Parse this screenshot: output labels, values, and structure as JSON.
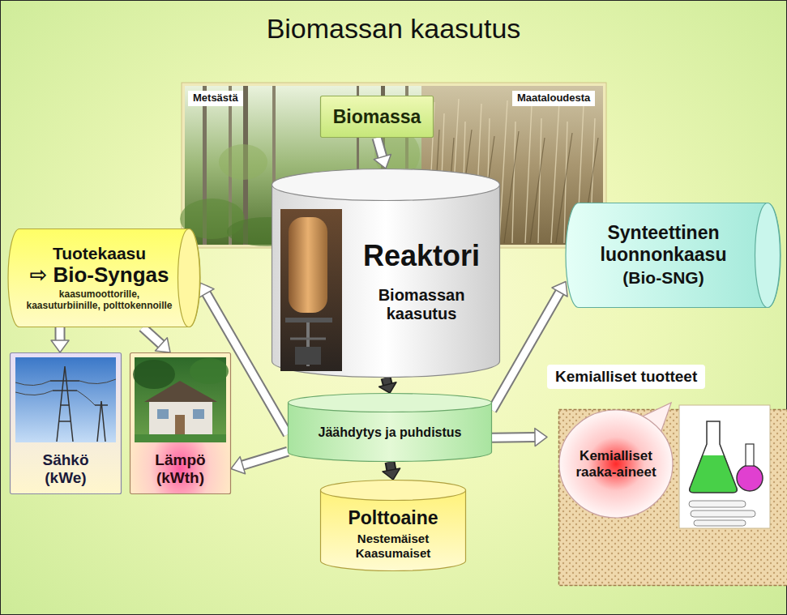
{
  "diagram": {
    "title": "Biomassan kaasutus",
    "nodes": [
      {
        "text": [
          "Biomassa"
        ]
      },
      {
        "text": [
          "Reaktori",
          "Biomassan kaasutus"
        ]
      },
      {
        "text": [
          "Tuotekaasu",
          "⇨ Bio-Syngas",
          "kaasumoottorille, kaasuturbiinille, polttokennoille"
        ]
      },
      {
        "text": [
          "Synteettinen luonnonkaasu",
          "(Bio-SNG)"
        ]
      },
      {
        "text": [
          "Sähkö",
          "(kWe)"
        ]
      },
      {
        "text": [
          "Lämpö",
          "(kWth)"
        ]
      },
      {
        "text": [
          "Jäähdytys ja puhdistus"
        ]
      },
      {
        "text": [
          "Kemialliset tuotteet"
        ]
      },
      {
        "text": [
          "Kemialliset raaka-aineet"
        ],
        "in": 7
      },
      {
        "text": [
          "Polttoaine",
          "Nestemäiset",
          "Kaasumaiset"
        ]
      }
    ],
    "edges": [
      {
        "from": 0,
        "to": 1,
        "arrow": "to"
      },
      {
        "from": 1,
        "to": 6,
        "arrow": "to"
      },
      {
        "from": 6,
        "to": 2,
        "arrow": "to"
      },
      {
        "from": 6,
        "to": 3,
        "arrow": "to"
      },
      {
        "from": 6,
        "to": 5,
        "arrow": "to"
      },
      {
        "from": 6,
        "to": 7,
        "arrow": "to"
      },
      {
        "from": 6,
        "to": 9,
        "arrow": "to"
      },
      {
        "from": 2,
        "to": 4,
        "arrow": "to"
      },
      {
        "from": 2,
        "to": 5,
        "arrow": "to"
      }
    ],
    "labels": [
      "Metsästä",
      "Maataloudesta"
    ]
  }
}
